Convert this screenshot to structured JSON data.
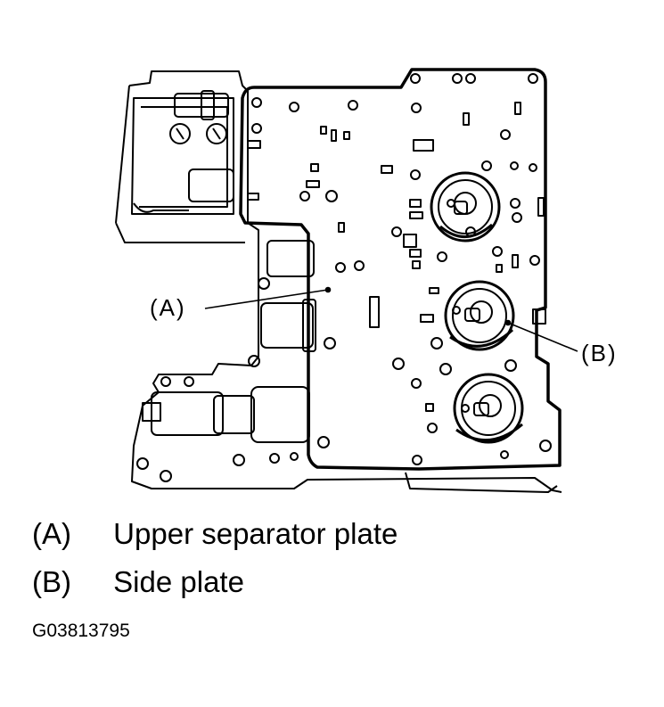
{
  "callouts": {
    "a": "(A)",
    "b": "(B)"
  },
  "legend": [
    {
      "key": "(A)",
      "text": "Upper separator plate"
    },
    {
      "key": "(B)",
      "text": "Side plate"
    }
  ],
  "figure_code": "G03813795",
  "colors": {
    "ink": "#000000",
    "paper": "#ffffff"
  }
}
